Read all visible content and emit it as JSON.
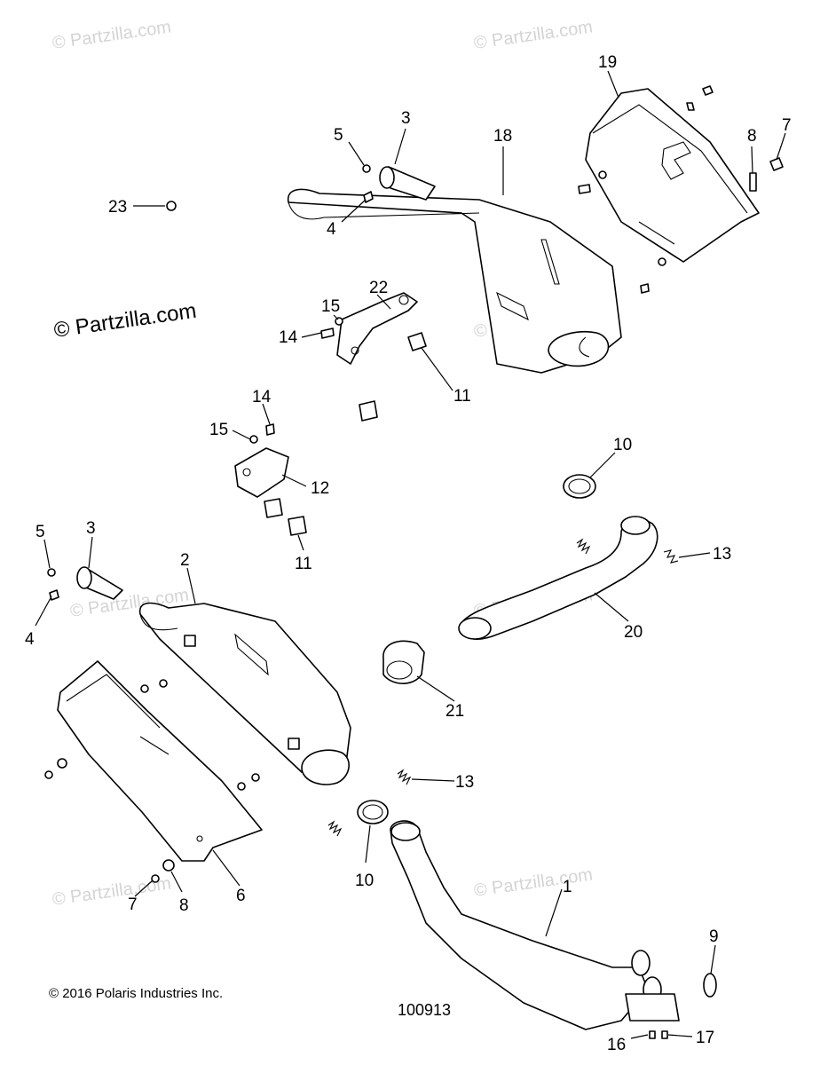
{
  "watermark": "© Partzilla.com",
  "brand_watermark": "© Partzilla.com",
  "copyright": "© 2016 Polaris Industries Inc.",
  "diagram_code": "100913",
  "callouts": {
    "c1": "1",
    "c2": "2",
    "c3a": "3",
    "c3b": "3",
    "c4a": "4",
    "c4b": "4",
    "c5a": "5",
    "c5b": "5",
    "c6": "6",
    "c7a": "7",
    "c7b": "7",
    "c8a": "8",
    "c8b": "8",
    "c9": "9",
    "c10a": "10",
    "c10b": "10",
    "c11a": "11",
    "c11b": "11",
    "c12": "12",
    "c13a": "13",
    "c13b": "13",
    "c14a": "14",
    "c14b": "14",
    "c15a": "15",
    "c15b": "15",
    "c16": "16",
    "c17": "17",
    "c18": "18",
    "c19": "19",
    "c20": "20",
    "c21": "21",
    "c22": "22",
    "c23": "23"
  }
}
